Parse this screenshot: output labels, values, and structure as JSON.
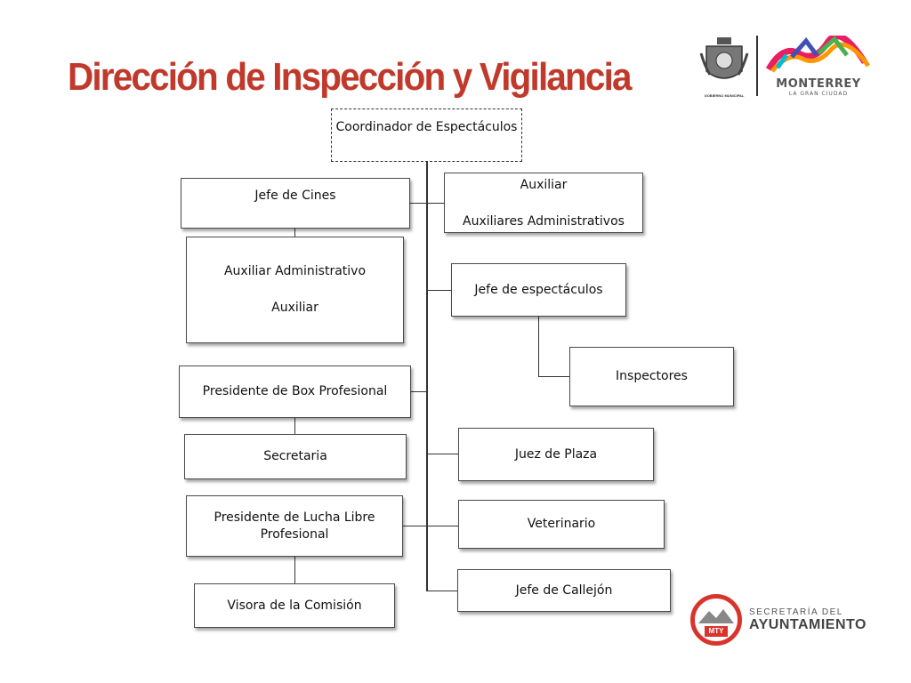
{
  "header": {
    "title": "Dirección de Inspección y Vigilancia",
    "municipal_logo_text": "GOBIERNO MUNICIPAL",
    "brand_name": "MONTERREY",
    "brand_tagline": "LA GRAN CIUDAD"
  },
  "org": {
    "coordinator": "Coordinador de Espectáculos",
    "jefe_cines": "Jefe de Cines",
    "aux_cines_line1": "Auxiliar Administrativo",
    "aux_cines_line2": "Auxiliar",
    "aux_right_line1": "Auxiliar",
    "aux_right_line2": "Auxiliares Administrativos",
    "jefe_espectaculos": "Jefe de espectáculos",
    "inspectores": "Inspectores",
    "presidente_box": "Presidente de Box Profesional",
    "secretaria": "Secretaria",
    "juez_plaza": "Juez de Plaza",
    "presidente_lucha": "Presidente de Lucha Libre Profesional",
    "veterinario": "Veterinario",
    "visora": "Visora de la Comisión",
    "jefe_callejon": "Jefe de Callejón"
  },
  "footer": {
    "badge": "MTY",
    "secretaria_label": "SECRETARÍA DEL",
    "ayuntamiento_label": "AYUNTAMIENTO"
  },
  "colors": {
    "title": "#c0392b",
    "badge": "#d9342b"
  }
}
